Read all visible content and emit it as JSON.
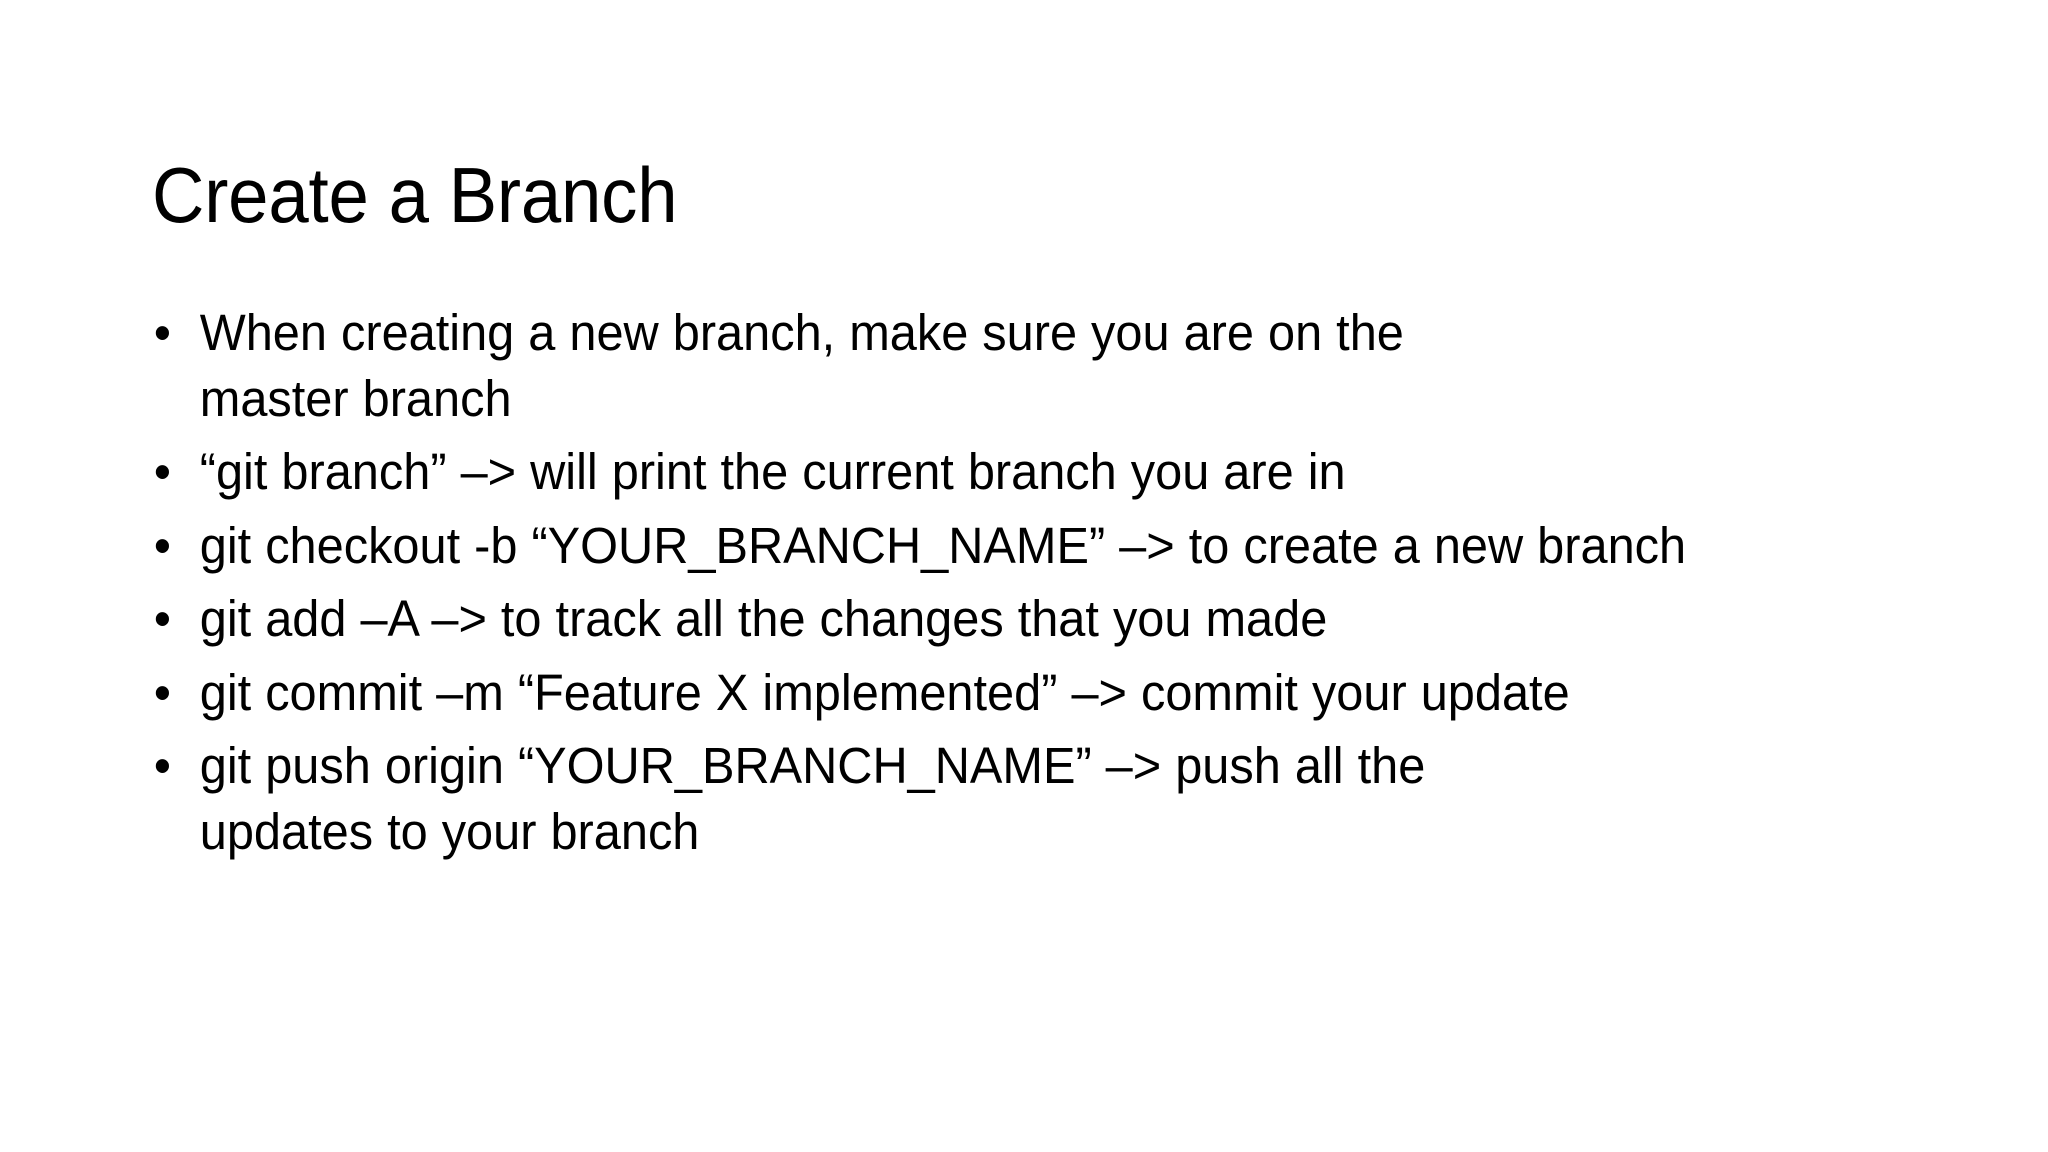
{
  "slide": {
    "title": "Create a Branch",
    "background_color": "#ffffff",
    "text_color": "#000000",
    "bullet_glyph": "•",
    "bullets": [
      {
        "text": "When creating a new branch, make sure you are on the master branch"
      },
      {
        "text": "“git branch” –> will print the current branch you are in"
      },
      {
        "text": "git checkout -b “YOUR_BRANCH_NAME” –> to create a new branch"
      },
      {
        "text": "git add –A –> to track all the changes that you made"
      },
      {
        "text": "git commit –m “Feature X implemented” –> commit your update"
      },
      {
        "text": "git push origin “YOUR_BRANCH_NAME” –> push all the updates to your branch"
      }
    ]
  }
}
